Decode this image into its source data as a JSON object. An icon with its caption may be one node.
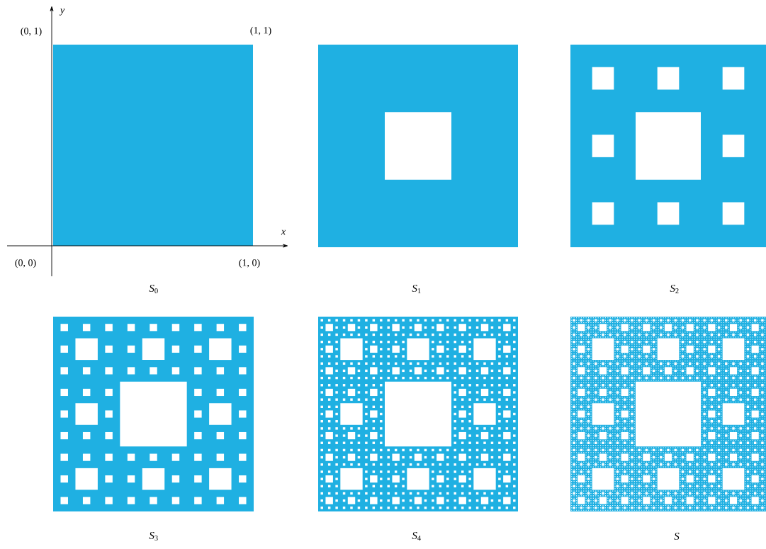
{
  "diagram": {
    "labels": [
      "y",
      "(0, 1)",
      "(1, 1)",
      "x",
      "(0, 0)",
      "(1, 0)",
      "*S*$_{0}$",
      "*S*$_{1}$",
      "*S*$_{2}$",
      "*S*$_{3}$",
      "*S*$_{4}$",
      "*S*"
    ]
  }
}
